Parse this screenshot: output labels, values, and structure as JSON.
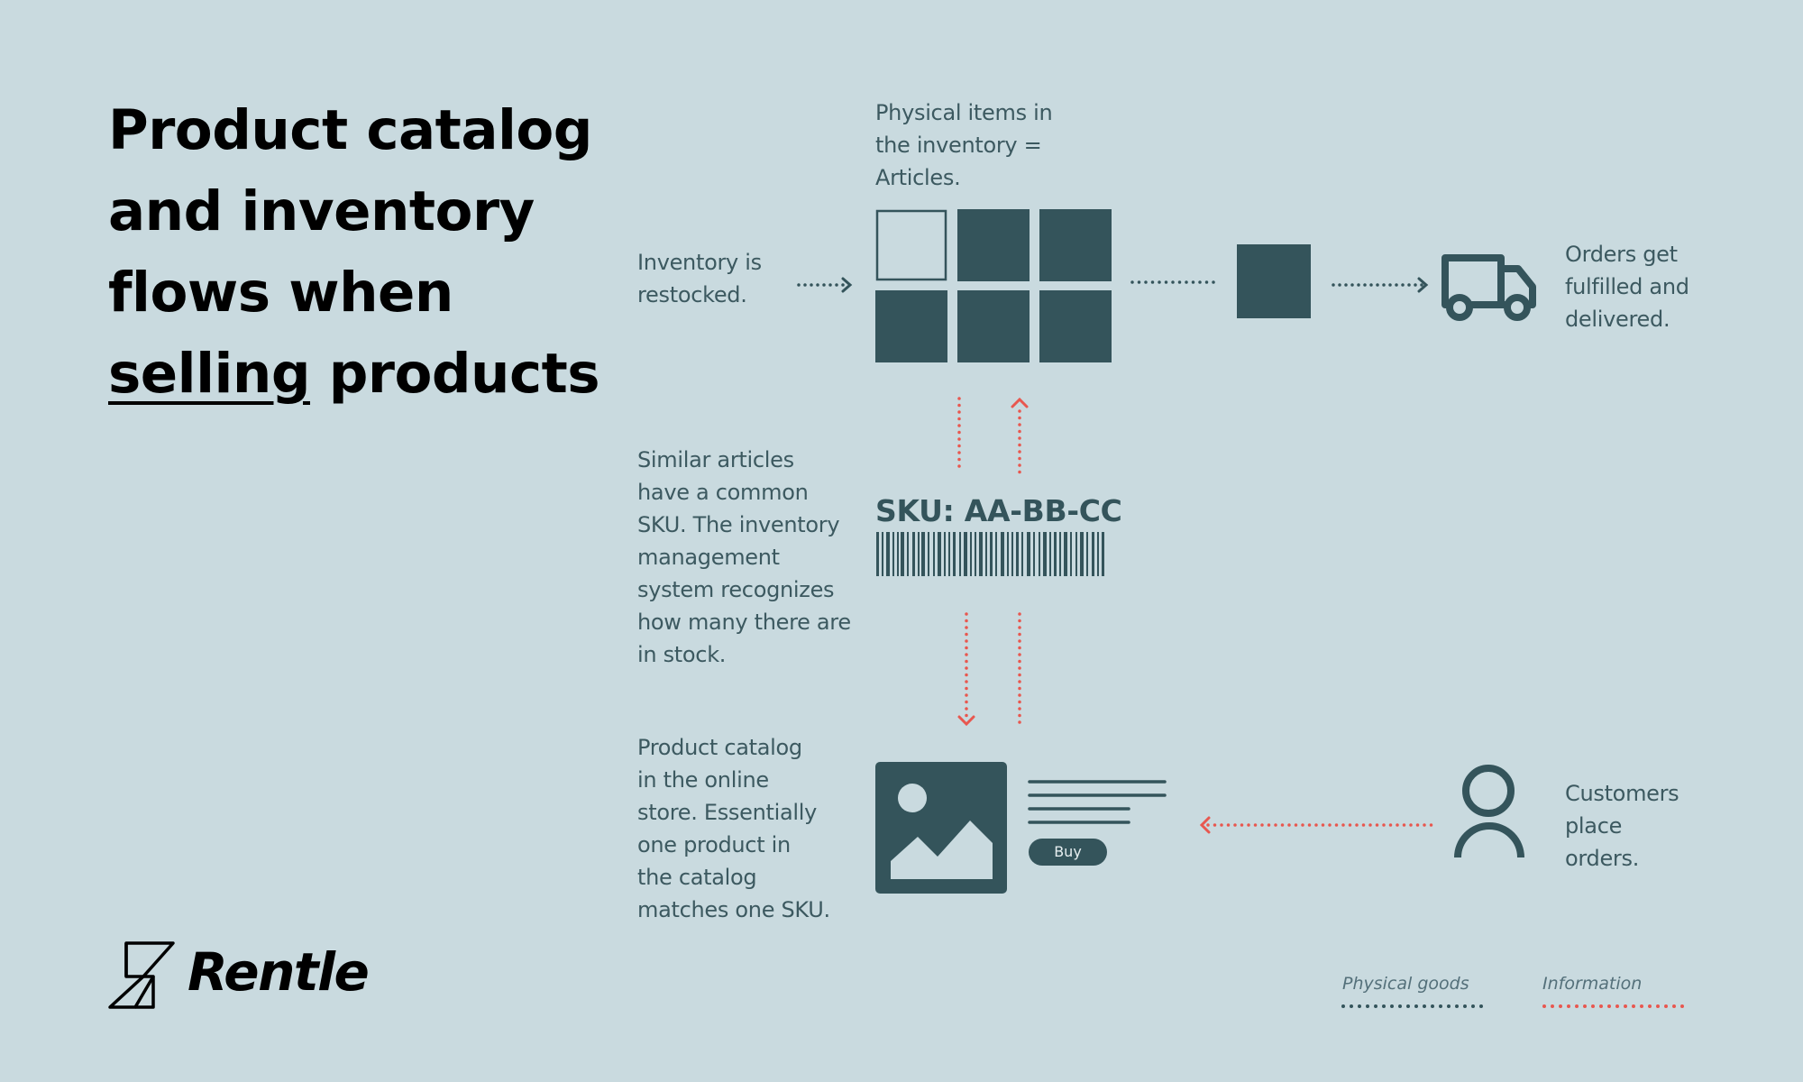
{
  "title": {
    "line1": "Product catalog",
    "line2": "and inventory",
    "line3": "flows when",
    "line4_underlined": "selling",
    "line4_rest": " products"
  },
  "labels": {
    "articles": [
      "Physical items in",
      "the inventory =",
      "Articles."
    ],
    "restocked": [
      "Inventory is",
      "restocked."
    ],
    "fulfilled": [
      "Orders get",
      "fulfilled and",
      "delivered."
    ],
    "sku_desc": [
      "Similar articles",
      "have a common",
      "SKU. The inventory",
      "management",
      "system recognizes",
      "how many there are",
      "in stock."
    ],
    "catalog_desc": [
      "Product catalog",
      "in the online",
      "store. Essentially",
      "one product in",
      "the catalog",
      "matches one SKU."
    ],
    "customers": [
      "Customers",
      "place",
      "orders."
    ]
  },
  "sku_label": "SKU: AA-BB-CC",
  "buy_label": "Buy",
  "brand": "Rentle",
  "legend": {
    "physical": "Physical goods",
    "information": "Information"
  },
  "colors": {
    "background": "#c9dadf",
    "dark_teal": "#34545b",
    "information_red": "#e8574f"
  },
  "icons": [
    "truck-icon",
    "person-icon",
    "image-icon",
    "barcode-icon",
    "rentle-logo-icon"
  ]
}
